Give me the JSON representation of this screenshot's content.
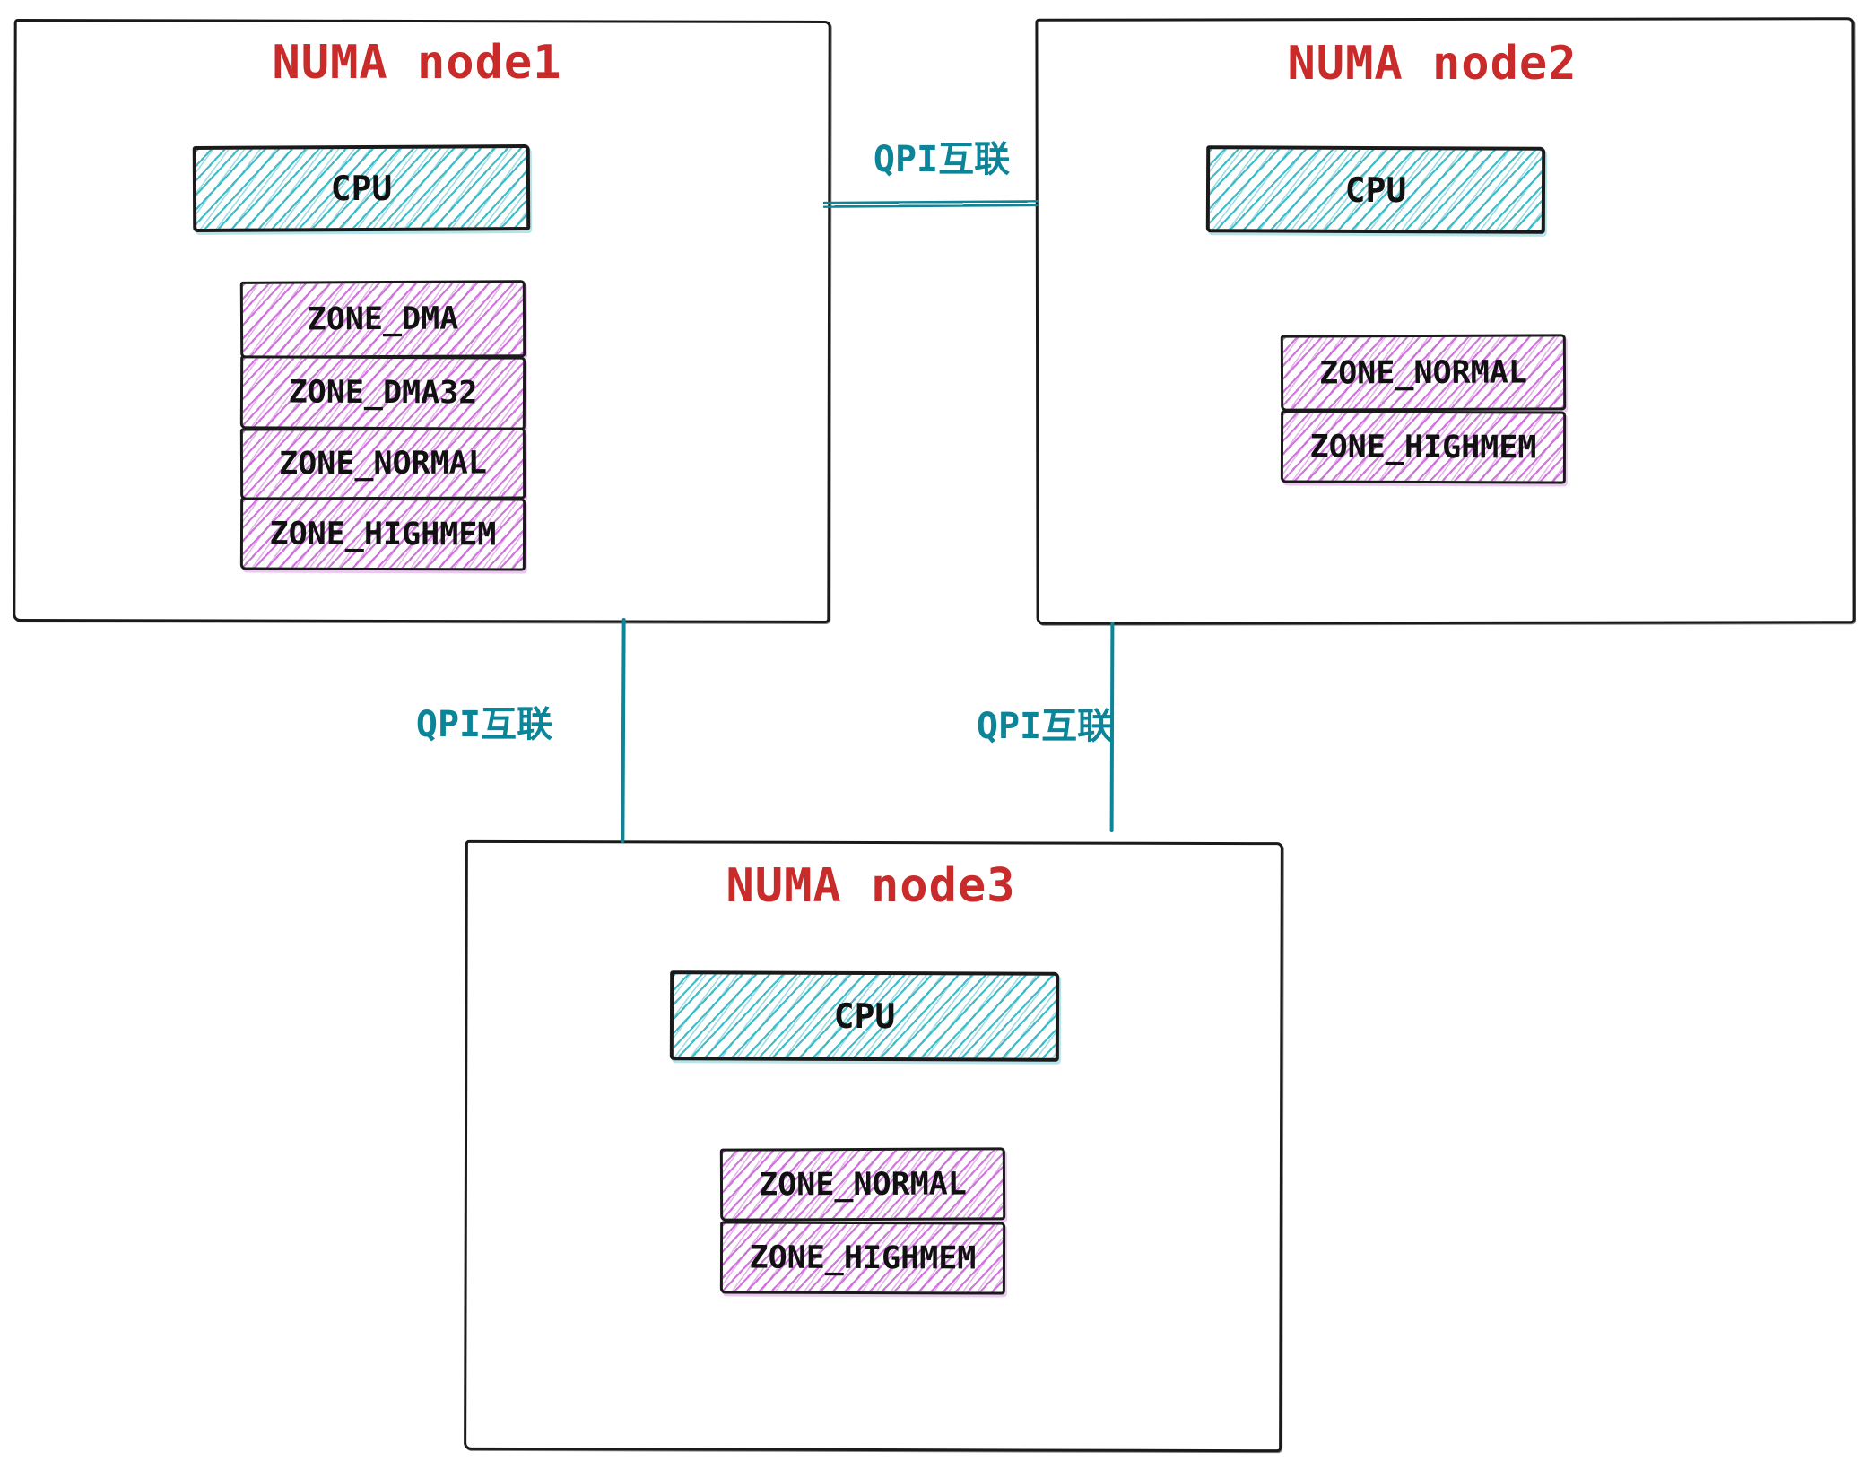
{
  "diagram": {
    "type": "numa-architecture-sketch",
    "colors": {
      "node_title": "#c92a2a",
      "link": "#0c8599",
      "cpu_hatch": "#2cb5c2",
      "zone_hatch": "#c75fd6",
      "border": "#1a1a1a",
      "label_text": "#111111"
    },
    "nodes": [
      {
        "title": "NUMA node1",
        "cpu_label": "CPU",
        "zones": [
          "ZONE_DMA",
          "ZONE_DMA32",
          "ZONE_NORMAL",
          "ZONE_HIGHMEM"
        ]
      },
      {
        "title": "NUMA node2",
        "cpu_label": "CPU",
        "zones": [
          "ZONE_NORMAL",
          "ZONE_HIGHMEM"
        ]
      },
      {
        "title": "NUMA node3",
        "cpu_label": "CPU",
        "zones": [
          "ZONE_NORMAL",
          "ZONE_HIGHMEM"
        ]
      }
    ],
    "links": [
      {
        "label": "QPI互联",
        "from": "NUMA node1",
        "to": "NUMA node2"
      },
      {
        "label": "QPI互联",
        "from": "NUMA node1",
        "to": "NUMA node3"
      },
      {
        "label": "QPI互联",
        "from": "NUMA node2",
        "to": "NUMA node3"
      }
    ]
  }
}
